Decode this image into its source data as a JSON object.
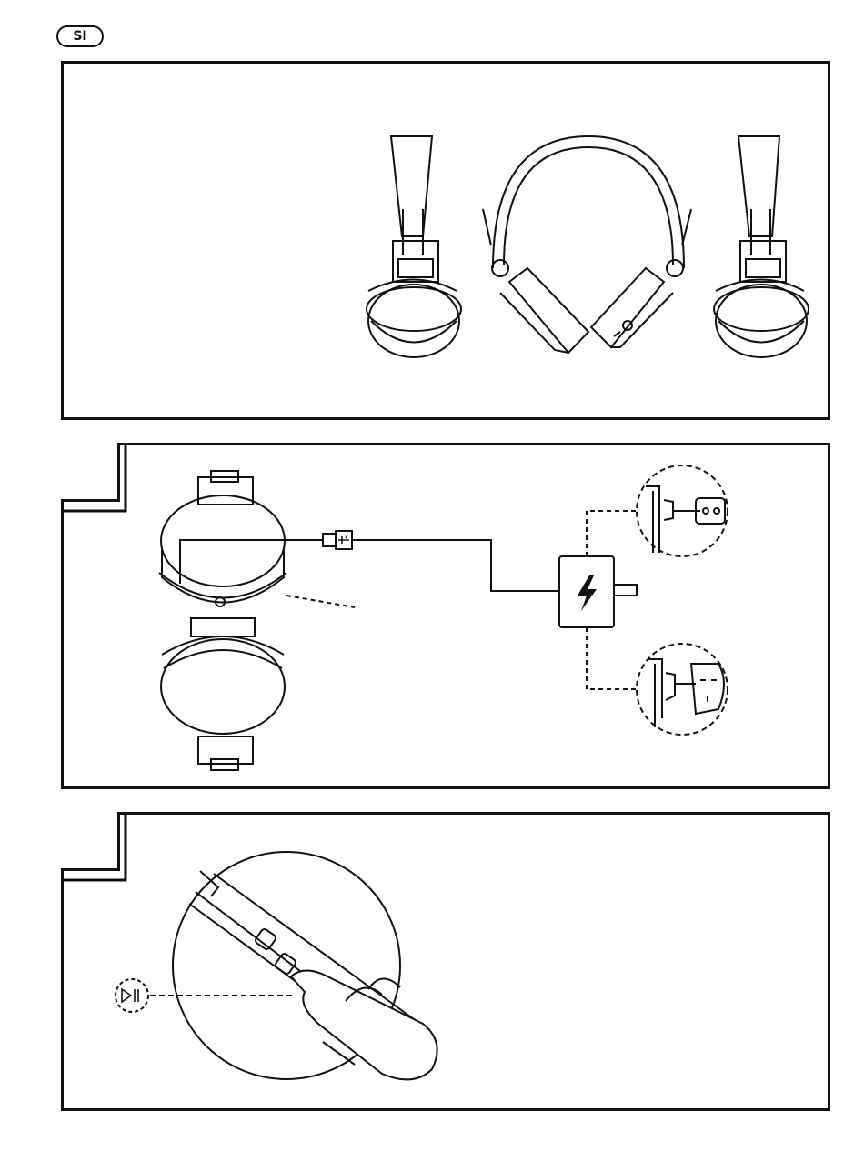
{
  "page": {
    "language_badge": "SI"
  },
  "panels": [
    {
      "name": "overview",
      "step_number": ""
    },
    {
      "name": "charging",
      "step_number": ""
    },
    {
      "name": "play-pause",
      "step_number": ""
    }
  ],
  "icons": {
    "usb": "usb-icon",
    "charge": "lightning-bolt-icon",
    "play_pause": "play-pause-icon",
    "bluetooth_button": "button-icon",
    "eu_socket": "eu-socket-icon",
    "uk_socket": "uk-socket-icon"
  }
}
